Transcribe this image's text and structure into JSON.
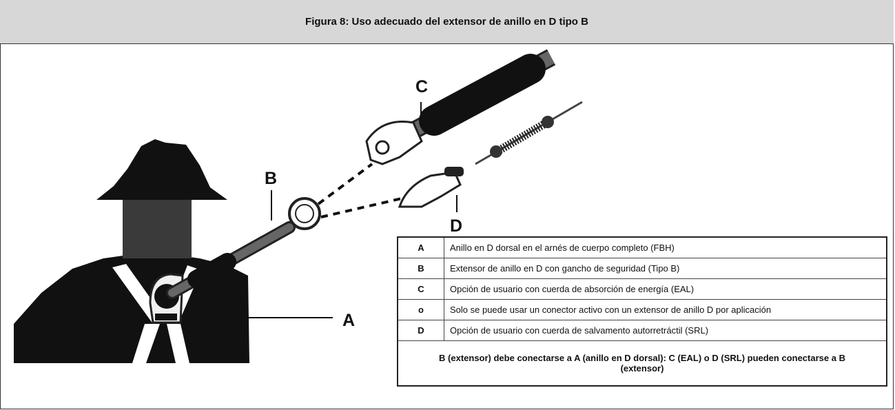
{
  "title": "Figura 8: Uso adecuado del extensor de anillo en D tipo B",
  "callouts": {
    "a": "A",
    "b": "B",
    "c": "C",
    "d": "D"
  },
  "legend": {
    "rows": [
      {
        "key": "A",
        "text": "Anillo en D dorsal en el arnés de cuerpo completo (FBH)"
      },
      {
        "key": "B",
        "text": "Extensor de anillo en D con gancho de seguridad (Tipo B)"
      },
      {
        "key": "C",
        "text": "Opción de usuario con cuerda de absorción de energía (EAL)"
      },
      {
        "key": "o",
        "text": "Solo se puede usar un conector activo con un extensor de anillo D por aplicación"
      },
      {
        "key": "D",
        "text": "Opción de usuario con cuerda de salvamento autorretráctil (SRL)"
      }
    ],
    "note": "B (extensor) debe conectarse a A (anillo en D dorsal): C (EAL) o D (SRL) pueden conectarse a B (extensor)"
  },
  "colors": {
    "silhouette": "#111111",
    "head": "#3a3a3a",
    "title_bg": "#d7d7d7",
    "lanyard": "#555555"
  },
  "icons": [
    "worker-silhouette",
    "d-ring-extender",
    "snap-hook",
    "carabiner",
    "shock-absorber",
    "srl-cable"
  ]
}
